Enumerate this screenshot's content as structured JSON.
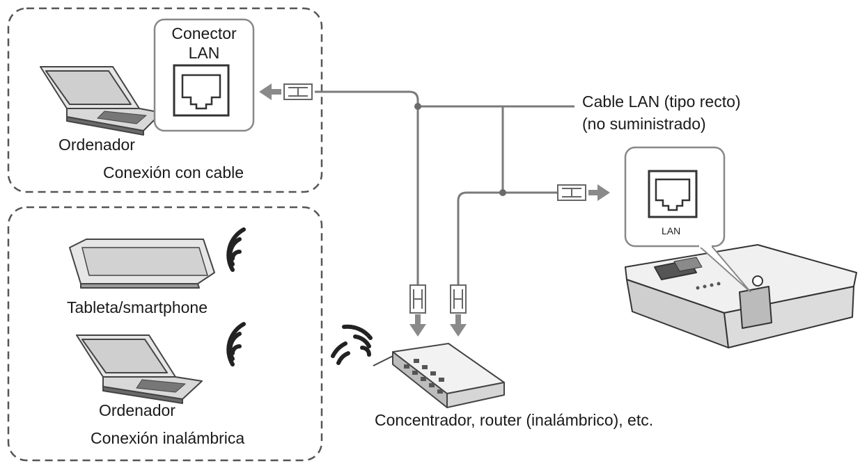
{
  "wired_section": {
    "connector_label_line1": "Conector",
    "connector_label_line2": "LAN",
    "computer_label": "Ordenador",
    "section_label": "Conexión con cable"
  },
  "wireless_section": {
    "tablet_label": "Tableta/smartphone",
    "computer_label": "Ordenador",
    "section_label": "Conexión inalámbrica"
  },
  "cable": {
    "label_line1": "Cable LAN (tipo recto)",
    "label_line2": "(no suministrado)"
  },
  "projector": {
    "port_label": "LAN"
  },
  "hub": {
    "label": "Concentrador, router (inalámbrico), etc."
  },
  "colors": {
    "line": "#7a7a7a",
    "arrow": "#8a8a8a",
    "dash": "#555555",
    "device_fill": "#e8e8e8",
    "device_dark": "#4a4a4a"
  }
}
